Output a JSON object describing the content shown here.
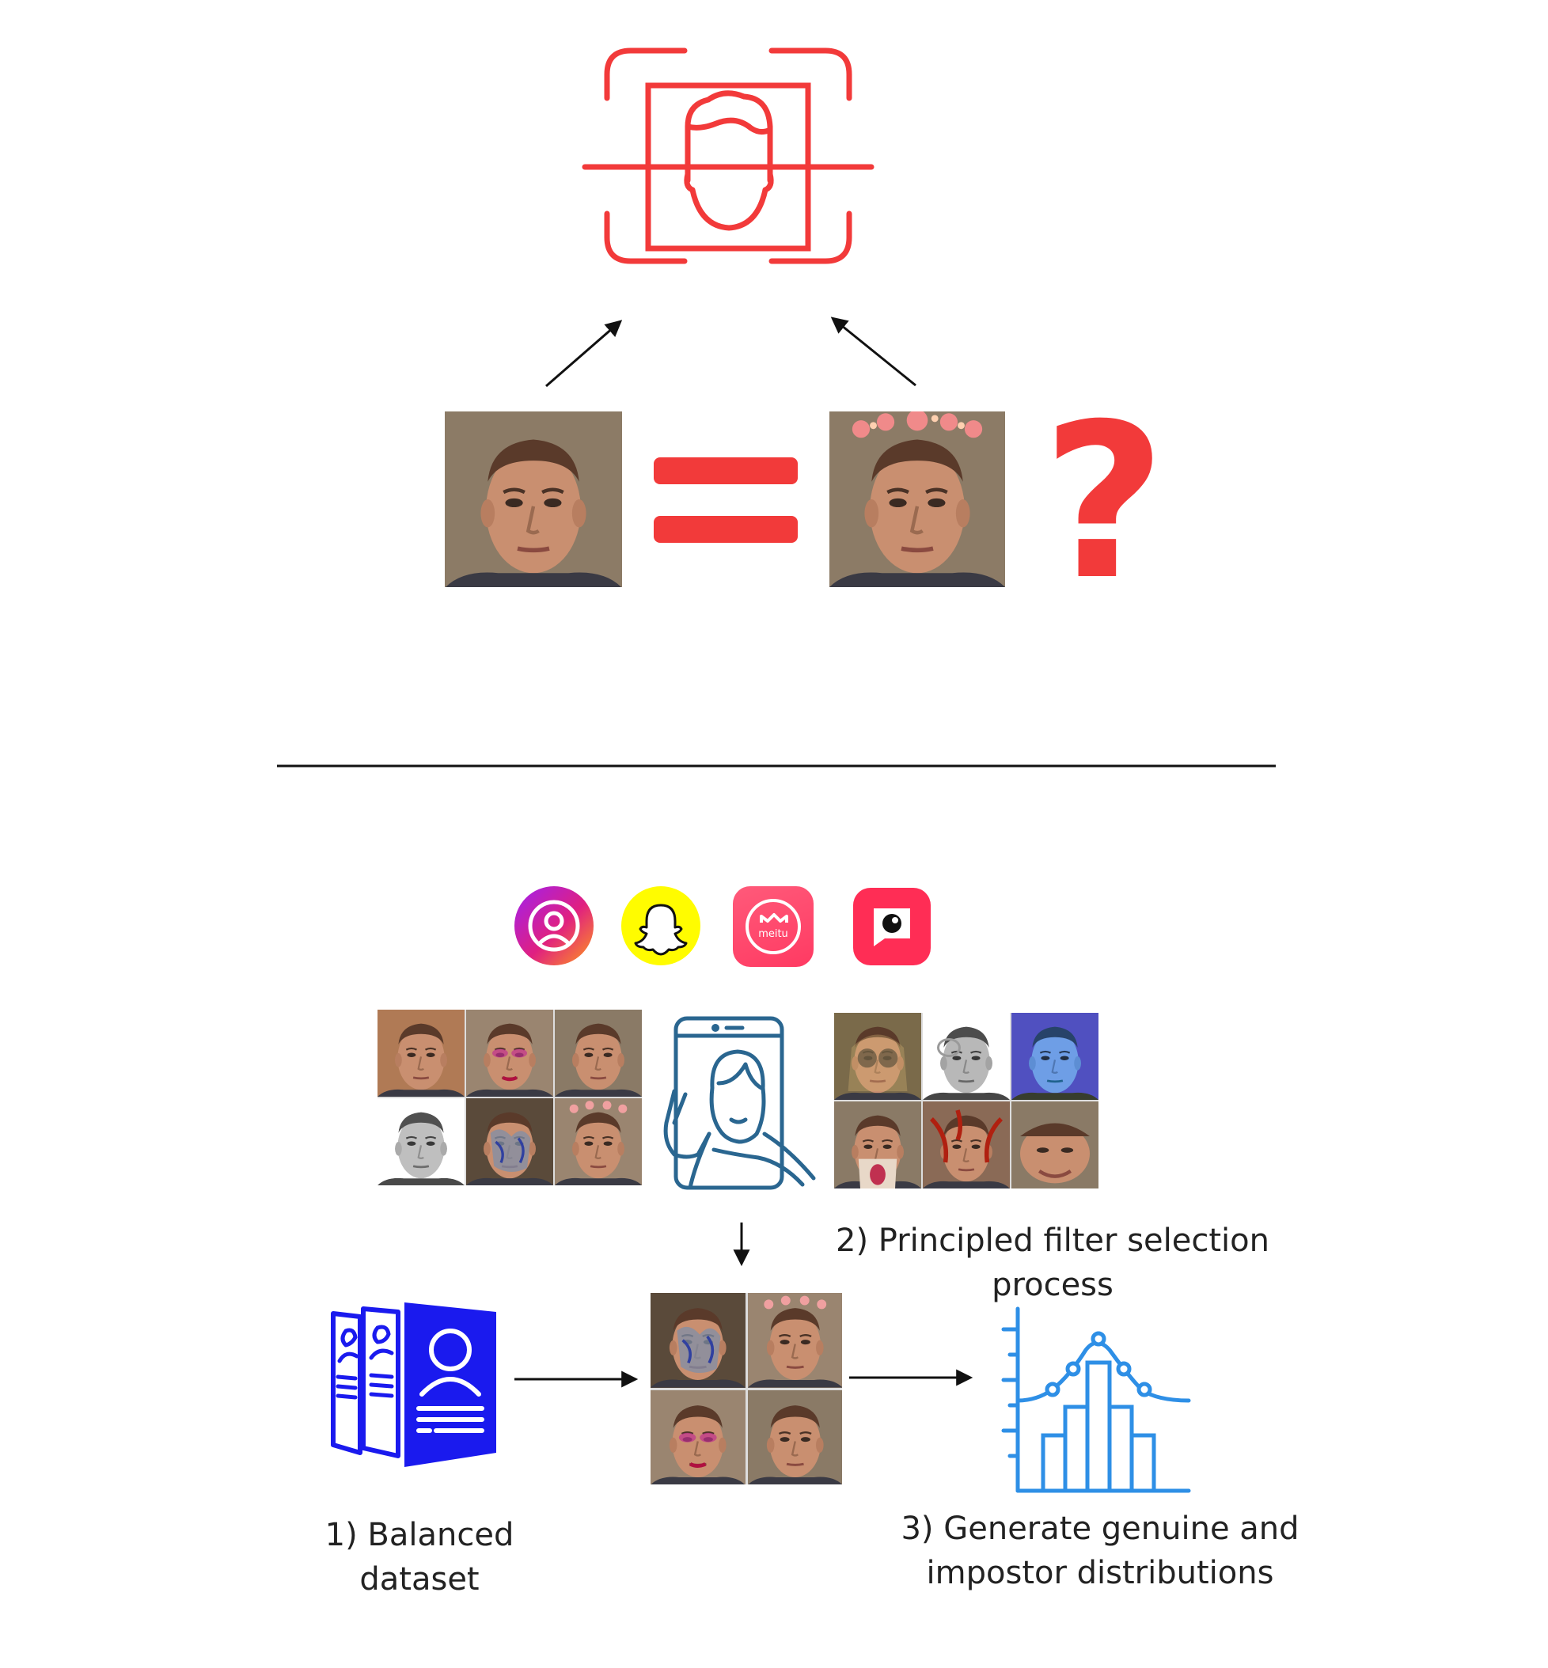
{
  "top": {
    "question_mark": "?",
    "icon": "face-scan-icon",
    "accent": "#f23a3a"
  },
  "apps": [
    {
      "icon": "instagram-profile-icon"
    },
    {
      "icon": "snapchat-ghost-icon"
    },
    {
      "icon": "meitu-app-icon",
      "text": "meitu"
    },
    {
      "icon": "picsart-app-icon"
    }
  ],
  "steps": {
    "step1": [
      "1) Balanced",
      "dataset"
    ],
    "step2": [
      "2) Principled filter selection",
      "process"
    ],
    "step3": [
      "3) Generate genuine and",
      "impostor distributions"
    ]
  },
  "colors": {
    "blue": "#1a1aee",
    "light_blue": "#2e8fe6",
    "phone_blue": "#2a6690",
    "red": "#f23a3a",
    "snap_yellow": "#fffc00",
    "meitu_pink": "#ff4d6d",
    "picsart_red": "#ff2d55"
  }
}
